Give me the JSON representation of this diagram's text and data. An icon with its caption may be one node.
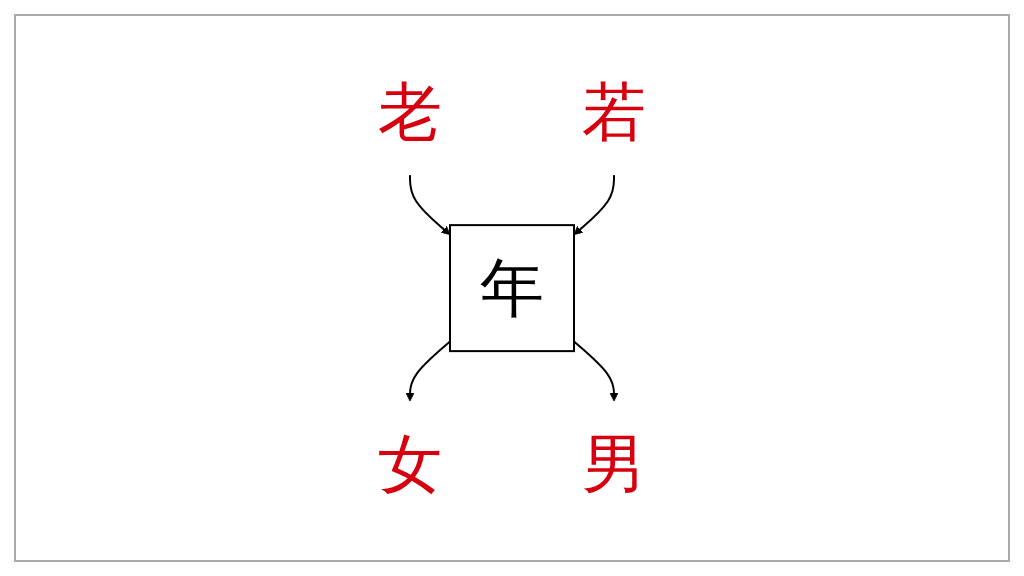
{
  "diagram": {
    "nodes": [
      {
        "text": [
          "老"
        ]
      },
      {
        "text": [
          "若"
        ]
      },
      {
        "text": [
          "年"
        ]
      },
      {
        "text": [
          "女"
        ]
      },
      {
        "text": [
          "男"
        ]
      }
    ],
    "edges": [
      {
        "from": 0,
        "to": 2,
        "arrow": "to"
      },
      {
        "from": 1,
        "to": 2,
        "arrow": "to"
      },
      {
        "from": 2,
        "to": 3,
        "arrow": "to"
      },
      {
        "from": 2,
        "to": 4,
        "arrow": "to"
      }
    ]
  }
}
